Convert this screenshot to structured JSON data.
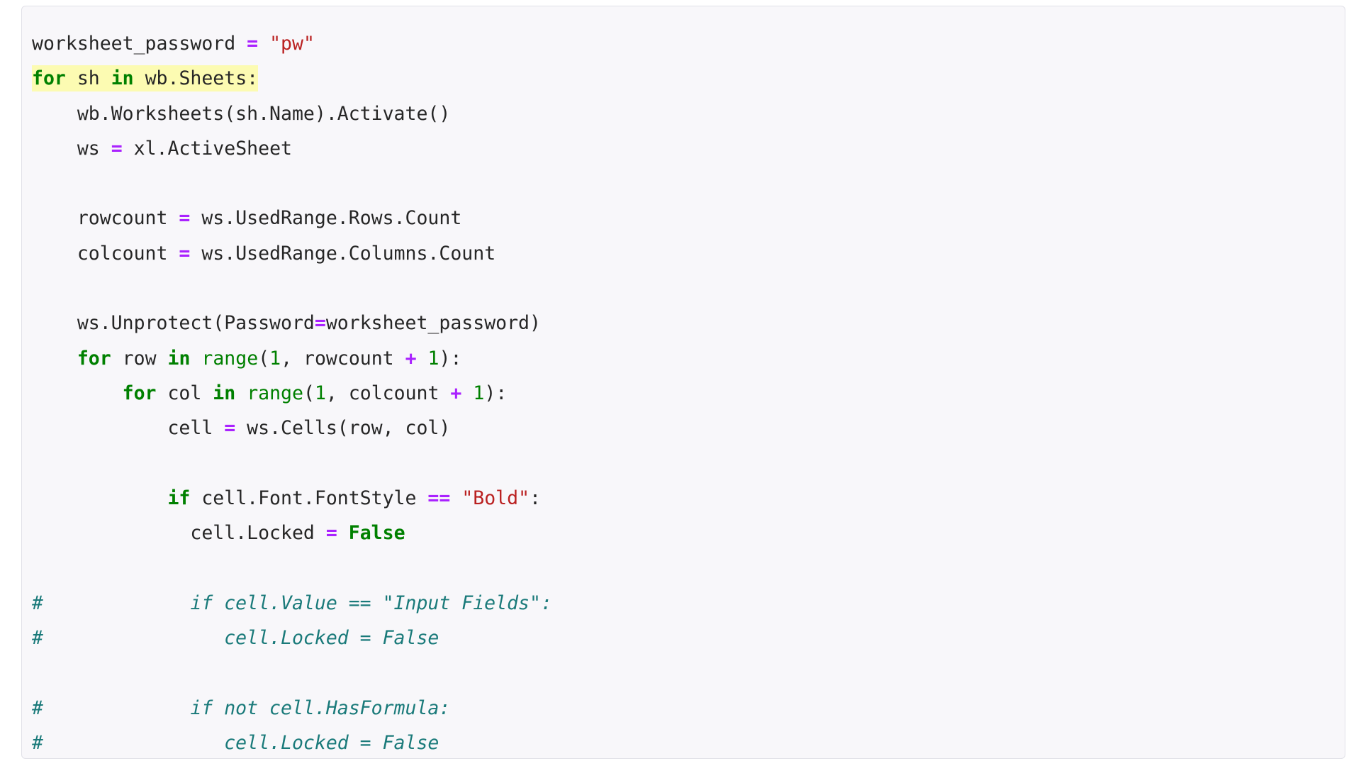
{
  "code_block": {
    "language": "python",
    "colors": {
      "background": "#f8f7fa",
      "border": "#e1e1e8",
      "text": "#262626",
      "keyword": "#008000",
      "builtin": "#008000",
      "operator": "#aa22ff",
      "string": "#ba2121",
      "number": "#008000",
      "comment": "#1a7a7a",
      "highlight_background": "#fcfbb2"
    },
    "lines": [
      {
        "index": 1,
        "highlighted": false,
        "text": "worksheet_password = \"pw\"",
        "tokens": [
          {
            "t": "worksheet_password ",
            "c": "n"
          },
          {
            "t": "=",
            "c": "o"
          },
          {
            "t": " ",
            "c": "n"
          },
          {
            "t": "\"pw\"",
            "c": "s"
          }
        ]
      },
      {
        "index": 2,
        "highlighted": true,
        "text": "for sh in wb.Sheets:",
        "tokens": [
          {
            "t": "for",
            "c": "k"
          },
          {
            "t": " sh ",
            "c": "n"
          },
          {
            "t": "in",
            "c": "k"
          },
          {
            "t": " wb.Sheets:",
            "c": "n"
          }
        ]
      },
      {
        "index": 3,
        "highlighted": false,
        "text": "    wb.Worksheets(sh.Name).Activate()",
        "tokens": [
          {
            "t": "    wb.Worksheets(sh.Name).Activate()",
            "c": "n"
          }
        ]
      },
      {
        "index": 4,
        "highlighted": false,
        "text": "    ws = xl.ActiveSheet",
        "tokens": [
          {
            "t": "    ws ",
            "c": "n"
          },
          {
            "t": "=",
            "c": "o"
          },
          {
            "t": " xl.ActiveSheet",
            "c": "n"
          }
        ]
      },
      {
        "index": 5,
        "highlighted": false,
        "text": "",
        "tokens": []
      },
      {
        "index": 6,
        "highlighted": false,
        "text": "    rowcount = ws.UsedRange.Rows.Count",
        "tokens": [
          {
            "t": "    rowcount ",
            "c": "n"
          },
          {
            "t": "=",
            "c": "o"
          },
          {
            "t": " ws.UsedRange.Rows.Count",
            "c": "n"
          }
        ]
      },
      {
        "index": 7,
        "highlighted": false,
        "text": "    colcount = ws.UsedRange.Columns.Count",
        "tokens": [
          {
            "t": "    colcount ",
            "c": "n"
          },
          {
            "t": "=",
            "c": "o"
          },
          {
            "t": " ws.UsedRange.Columns.Count",
            "c": "n"
          }
        ]
      },
      {
        "index": 8,
        "highlighted": false,
        "text": "",
        "tokens": []
      },
      {
        "index": 9,
        "highlighted": false,
        "text": "    ws.Unprotect(Password=worksheet_password)",
        "tokens": [
          {
            "t": "    ws.Unprotect(Password",
            "c": "n"
          },
          {
            "t": "=",
            "c": "o"
          },
          {
            "t": "worksheet_password)",
            "c": "n"
          }
        ]
      },
      {
        "index": 10,
        "highlighted": false,
        "text": "    for row in range(1, rowcount + 1):",
        "tokens": [
          {
            "t": "    ",
            "c": "n"
          },
          {
            "t": "for",
            "c": "k"
          },
          {
            "t": " row ",
            "c": "n"
          },
          {
            "t": "in",
            "c": "k"
          },
          {
            "t": " ",
            "c": "n"
          },
          {
            "t": "range",
            "c": "nb"
          },
          {
            "t": "(",
            "c": "n"
          },
          {
            "t": "1",
            "c": "mi"
          },
          {
            "t": ", rowcount ",
            "c": "n"
          },
          {
            "t": "+",
            "c": "o"
          },
          {
            "t": " ",
            "c": "n"
          },
          {
            "t": "1",
            "c": "mi"
          },
          {
            "t": "):",
            "c": "n"
          }
        ]
      },
      {
        "index": 11,
        "highlighted": false,
        "text": "        for col in range(1, colcount + 1):",
        "tokens": [
          {
            "t": "        ",
            "c": "n"
          },
          {
            "t": "for",
            "c": "k"
          },
          {
            "t": " col ",
            "c": "n"
          },
          {
            "t": "in",
            "c": "k"
          },
          {
            "t": " ",
            "c": "n"
          },
          {
            "t": "range",
            "c": "nb"
          },
          {
            "t": "(",
            "c": "n"
          },
          {
            "t": "1",
            "c": "mi"
          },
          {
            "t": ", colcount ",
            "c": "n"
          },
          {
            "t": "+",
            "c": "o"
          },
          {
            "t": " ",
            "c": "n"
          },
          {
            "t": "1",
            "c": "mi"
          },
          {
            "t": "):",
            "c": "n"
          }
        ]
      },
      {
        "index": 12,
        "highlighted": false,
        "text": "            cell = ws.Cells(row, col)",
        "tokens": [
          {
            "t": "            cell ",
            "c": "n"
          },
          {
            "t": "=",
            "c": "o"
          },
          {
            "t": " ws.Cells(row, col)",
            "c": "n"
          }
        ]
      },
      {
        "index": 13,
        "highlighted": false,
        "text": "",
        "tokens": []
      },
      {
        "index": 14,
        "highlighted": false,
        "text": "            if cell.Font.FontStyle == \"Bold\":",
        "tokens": [
          {
            "t": "            ",
            "c": "n"
          },
          {
            "t": "if",
            "c": "k"
          },
          {
            "t": " cell.Font.FontStyle ",
            "c": "n"
          },
          {
            "t": "==",
            "c": "o"
          },
          {
            "t": " ",
            "c": "n"
          },
          {
            "t": "\"Bold\"",
            "c": "s"
          },
          {
            "t": ":",
            "c": "n"
          }
        ]
      },
      {
        "index": 15,
        "highlighted": false,
        "text": "              cell.Locked = False",
        "tokens": [
          {
            "t": "              cell.Locked ",
            "c": "n"
          },
          {
            "t": "=",
            "c": "o"
          },
          {
            "t": " ",
            "c": "n"
          },
          {
            "t": "False",
            "c": "kc"
          }
        ]
      },
      {
        "index": 16,
        "highlighted": false,
        "text": "",
        "tokens": []
      },
      {
        "index": 17,
        "highlighted": false,
        "text": "#             if cell.Value == \"Input Fields\":",
        "tokens": [
          {
            "t": "#             if cell.Value == \"Input Fields\":",
            "c": "c"
          }
        ]
      },
      {
        "index": 18,
        "highlighted": false,
        "text": "#                cell.Locked = False",
        "tokens": [
          {
            "t": "#                cell.Locked = False",
            "c": "c"
          }
        ]
      },
      {
        "index": 19,
        "highlighted": false,
        "text": "",
        "tokens": []
      },
      {
        "index": 20,
        "highlighted": false,
        "text": "#             if not cell.HasFormula:",
        "tokens": [
          {
            "t": "#             if not cell.HasFormula:",
            "c": "c"
          }
        ]
      },
      {
        "index": 21,
        "highlighted": false,
        "text": "#                cell.Locked = False",
        "tokens": [
          {
            "t": "#                cell.Locked = False",
            "c": "c"
          }
        ]
      }
    ]
  }
}
